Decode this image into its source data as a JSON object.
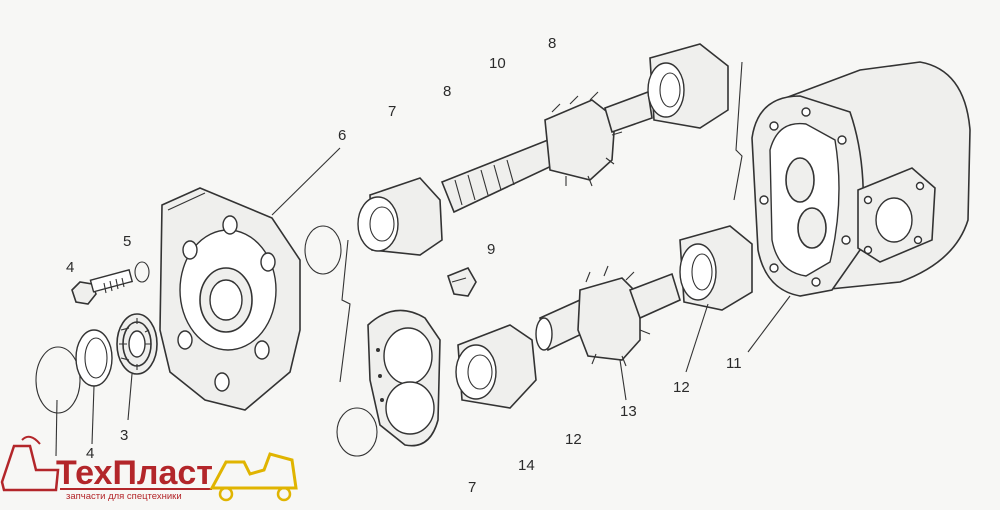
{
  "diagram": {
    "labels": [
      {
        "id": "3",
        "text": "3"
      },
      {
        "id": "4a",
        "text": "4"
      },
      {
        "id": "4b",
        "text": "4"
      },
      {
        "id": "5",
        "text": "5"
      },
      {
        "id": "6",
        "text": "6"
      },
      {
        "id": "7a",
        "text": "7"
      },
      {
        "id": "7b",
        "text": "7"
      },
      {
        "id": "8a",
        "text": "8"
      },
      {
        "id": "8b",
        "text": "8"
      },
      {
        "id": "9",
        "text": "9"
      },
      {
        "id": "10",
        "text": "10"
      },
      {
        "id": "11",
        "text": "11"
      },
      {
        "id": "12a",
        "text": "12"
      },
      {
        "id": "12b",
        "text": "12"
      },
      {
        "id": "13",
        "text": "13"
      },
      {
        "id": "14",
        "text": "14"
      }
    ]
  },
  "logo": {
    "title": "ТехПласт",
    "subtitle": "запчасти для спецтехники",
    "color": "#b3262a"
  }
}
